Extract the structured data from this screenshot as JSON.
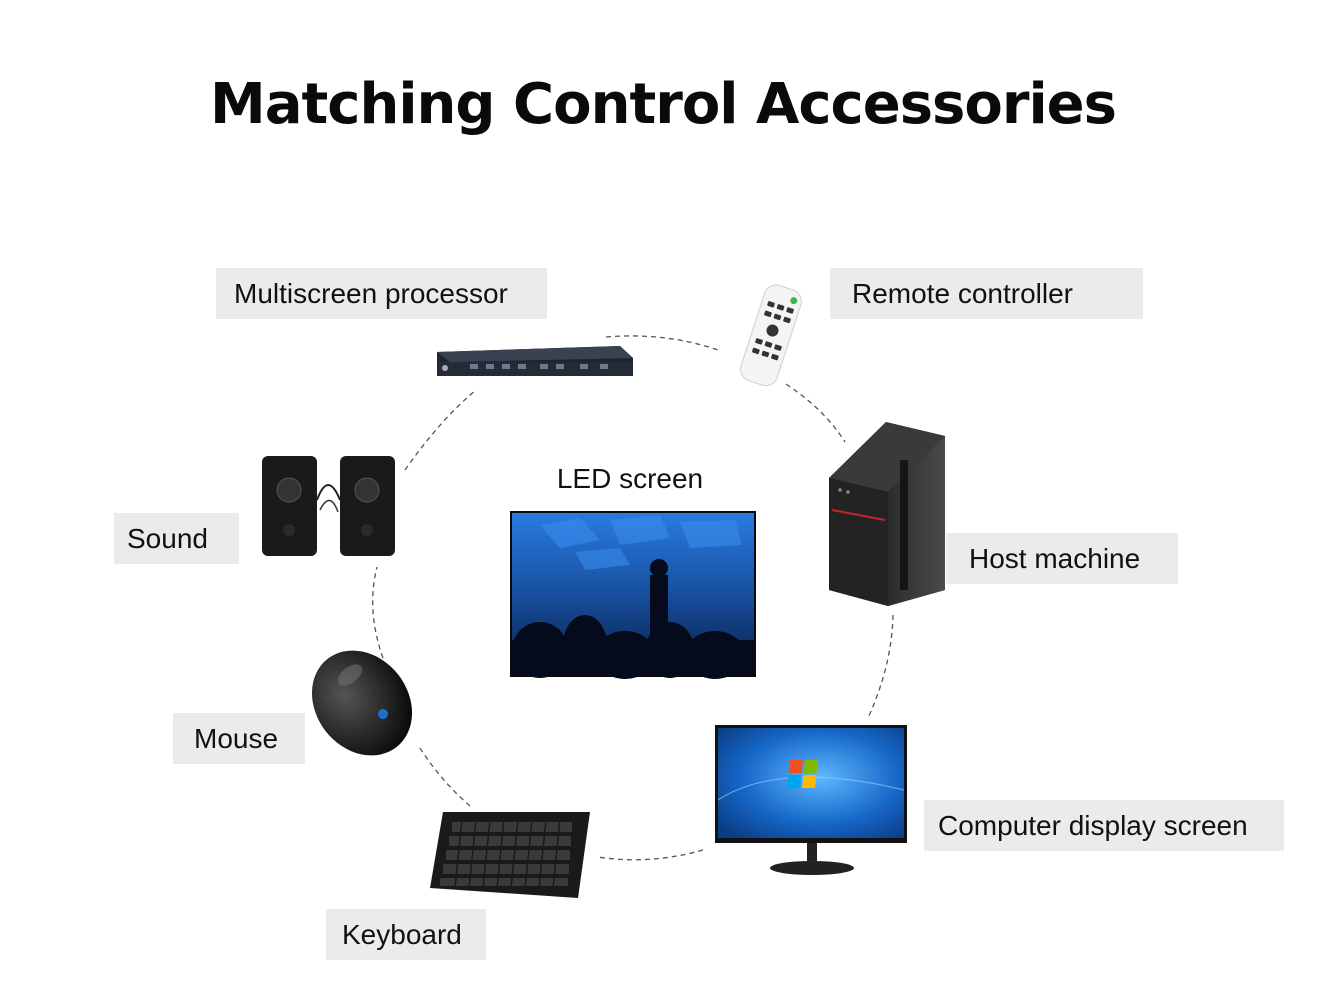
{
  "title": "Matching Control Accessories",
  "center": {
    "label": "LED screen"
  },
  "accessories": {
    "multiscreen_processor": "Multiscreen processor",
    "remote_controller": "Remote controller",
    "host_machine": "Host machine",
    "computer_display_screen": "Computer display screen",
    "keyboard": "Keyboard",
    "mouse": "Mouse",
    "sound": "Sound"
  },
  "colors": {
    "label_bg": "#ebebeb",
    "dash": "#555555",
    "led_blue": "#1a57b8"
  }
}
